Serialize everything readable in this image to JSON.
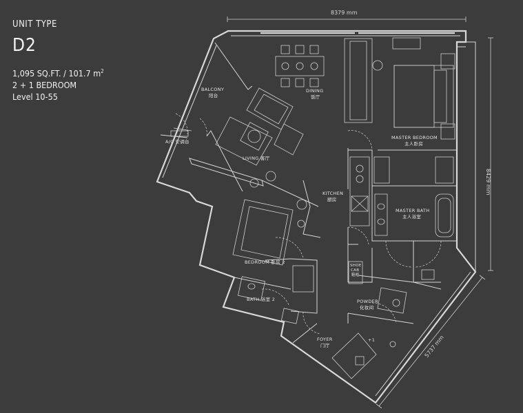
{
  "header": {
    "unit_type_label": "UNIT TYPE",
    "unit_code": "D2",
    "area_text": "1,095 SQ.FT. / 101.7 m",
    "area_superscript": "2",
    "bedrooms": "2 + 1 BEDROOM",
    "level": "Level 10-55"
  },
  "dimensions": {
    "top": "8379 mm",
    "right": "8429 mm",
    "diagonal": "5737 mm"
  },
  "rooms": {
    "balcony": "BALCONY",
    "balcony_cn": "阳台",
    "ac": "A/C 空调台",
    "living": "LIVING 客厅",
    "dining": "DINING",
    "dining_cn": "饭厅",
    "master_bedroom": "MASTER BEDROOM",
    "master_bedroom_cn": "主人卧房",
    "kitchen": "KITCHEN",
    "kitchen_cn": "厨房",
    "master_bath": "MASTER BATH",
    "master_bath_cn": "主人浴室",
    "bedroom2": "BEDROOM 卧房 2",
    "bath2": "BATH 浴室 2",
    "shoe_cab": "SHOE",
    "shoe_cab_2": "CAB",
    "shoe_cab_cn": "鞋柜",
    "powder": "POWDER",
    "powder_cn": "化妆间",
    "foyer": "FOYER",
    "foyer_cn": "门厅",
    "plus_one": "+1"
  }
}
